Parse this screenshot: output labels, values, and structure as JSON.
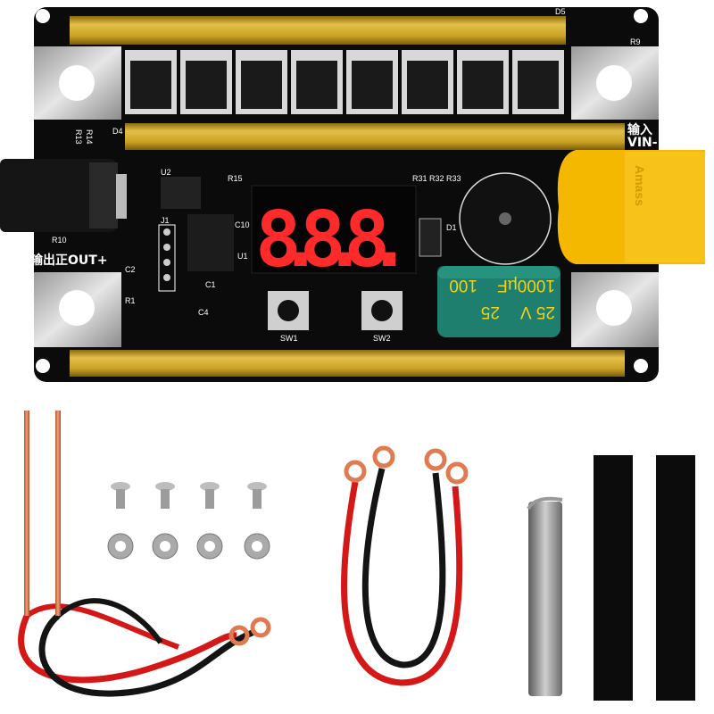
{
  "board": {
    "labels": {
      "d5": "D5",
      "r9": "R9",
      "d4": "D4",
      "r13": "R13",
      "r14": "R14",
      "u2": "U2",
      "r15": "R15",
      "c10": "C10",
      "j1": "J1",
      "u1": "U1",
      "c1": "C1",
      "c4": "C4",
      "r1": "R1",
      "r10": "R10",
      "c2": "C2",
      "r31": "R31",
      "r32": "R32",
      "r33": "R33",
      "d1": "D1",
      "sw1": "SW1",
      "sw2": "SW2"
    },
    "input_label_cn": "输入",
    "input_label": "VIN-",
    "output_label": "输出正OUT+",
    "display_value": "8.8.8.",
    "capacitor": {
      "capacitance": "1000µF",
      "voltage": "25 V",
      "partial_capacitance": "100",
      "partial_voltage": "25"
    },
    "connector_brand": "Amass",
    "colors": {
      "pcb": "#0b0b0b",
      "gold": "#c9a224",
      "connector": "#f5b800",
      "capacitor": "#1f7f6e",
      "display": "#ff2a2a"
    }
  }
}
